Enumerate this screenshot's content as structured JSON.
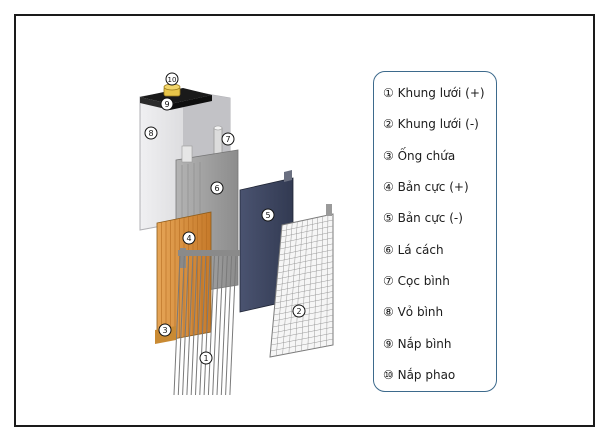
{
  "legend": {
    "items": [
      {
        "num": "①",
        "label": "Khung lưới (+)"
      },
      {
        "num": "②",
        "label": "Khung lưới (-)"
      },
      {
        "num": "③",
        "label": "Ống chứa"
      },
      {
        "num": "④",
        "label": "Bản cực (+)"
      },
      {
        "num": "⑤",
        "label": "Bản cực (-)"
      },
      {
        "num": "⑥",
        "label": "Lá cách"
      },
      {
        "num": "⑦",
        "label": "Cọc bình"
      },
      {
        "num": "⑧",
        "label": "Vỏ bình"
      },
      {
        "num": "⑨",
        "label": "Nắp bình"
      },
      {
        "num": "⑩",
        "label": "Nắp phao"
      }
    ]
  },
  "markers": [
    "10",
    "9",
    "8",
    "7",
    "6",
    "5",
    "4",
    "3",
    "2",
    "1"
  ],
  "colors": {
    "border": "#1a1a1a",
    "legend_border": "#3d6a8c",
    "casing": "#dcdcde",
    "lid": "#151515",
    "cap": "#e8c64a",
    "separator": "#9a9a9a",
    "positive_plate": "#d98e3a",
    "negative_plate": "#3c4560",
    "grid": "#8a8a8a"
  }
}
